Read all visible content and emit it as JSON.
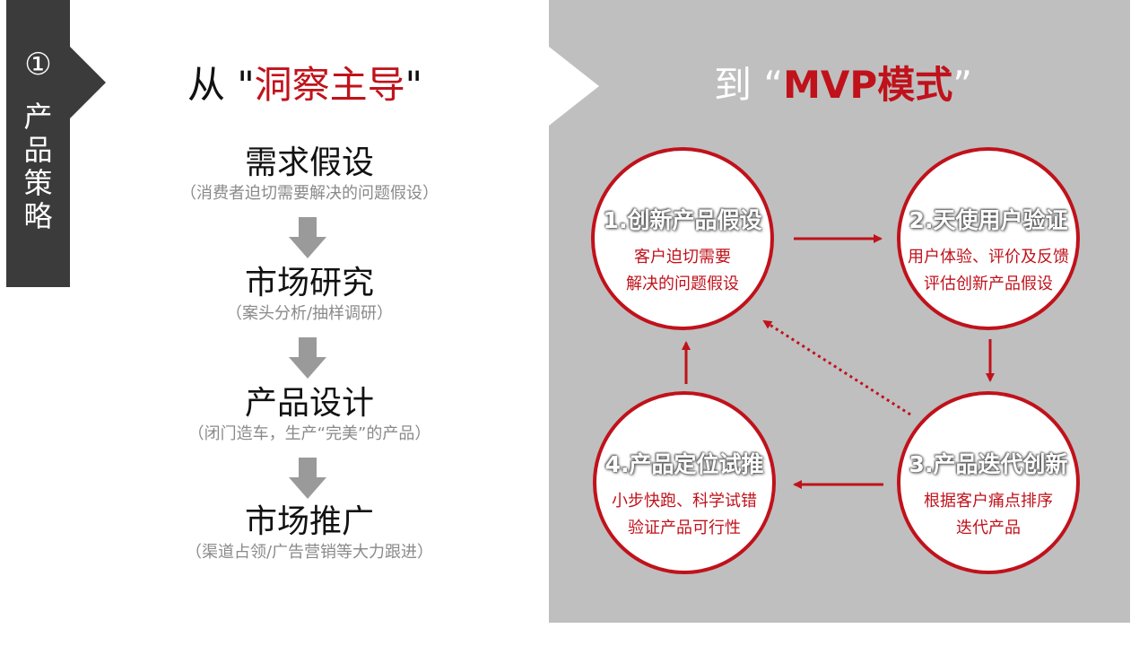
{
  "side_tab": {
    "number": "①",
    "label_chars": [
      "产",
      "品",
      "策",
      "略"
    ]
  },
  "left": {
    "title_prefix": "从 \"",
    "title_highlight": "洞察主导",
    "title_suffix": "\"",
    "steps": [
      {
        "title": "需求假设",
        "subtitle": "（消费者迫切需要解决的问题假设）"
      },
      {
        "title": "市场研究",
        "subtitle": "（案头分析/抽样调研）"
      },
      {
        "title": "产品设计",
        "subtitle": "（闭门造车，生产“完美”的产品）"
      },
      {
        "title": "市场推广",
        "subtitle": "（渠道占领/广告营销等大力跟进）"
      }
    ]
  },
  "right": {
    "title_prefix": "到 “",
    "title_highlight": "MVP模式",
    "title_suffix": "”",
    "cycle": [
      {
        "title": "1.创新产品假设",
        "desc": [
          "客户迫切需要",
          "解决的问题假设"
        ]
      },
      {
        "title": "2.天使用户验证",
        "desc": [
          "用户体验、评价及反馈",
          "评估创新产品假设"
        ]
      },
      {
        "title": "3.产品迭代创新",
        "desc": [
          "根据客户痛点排序",
          "迭代产品"
        ]
      },
      {
        "title": "4.产品定位试推",
        "desc": [
          "小步快跑、科学试错",
          "验证产品可行性"
        ]
      }
    ]
  },
  "colors": {
    "accent_red": "#c0121b",
    "dark_tab": "#3b3b3b",
    "panel_gray": "#bfbfbf",
    "arrow_gray": "#9a9a9a"
  }
}
